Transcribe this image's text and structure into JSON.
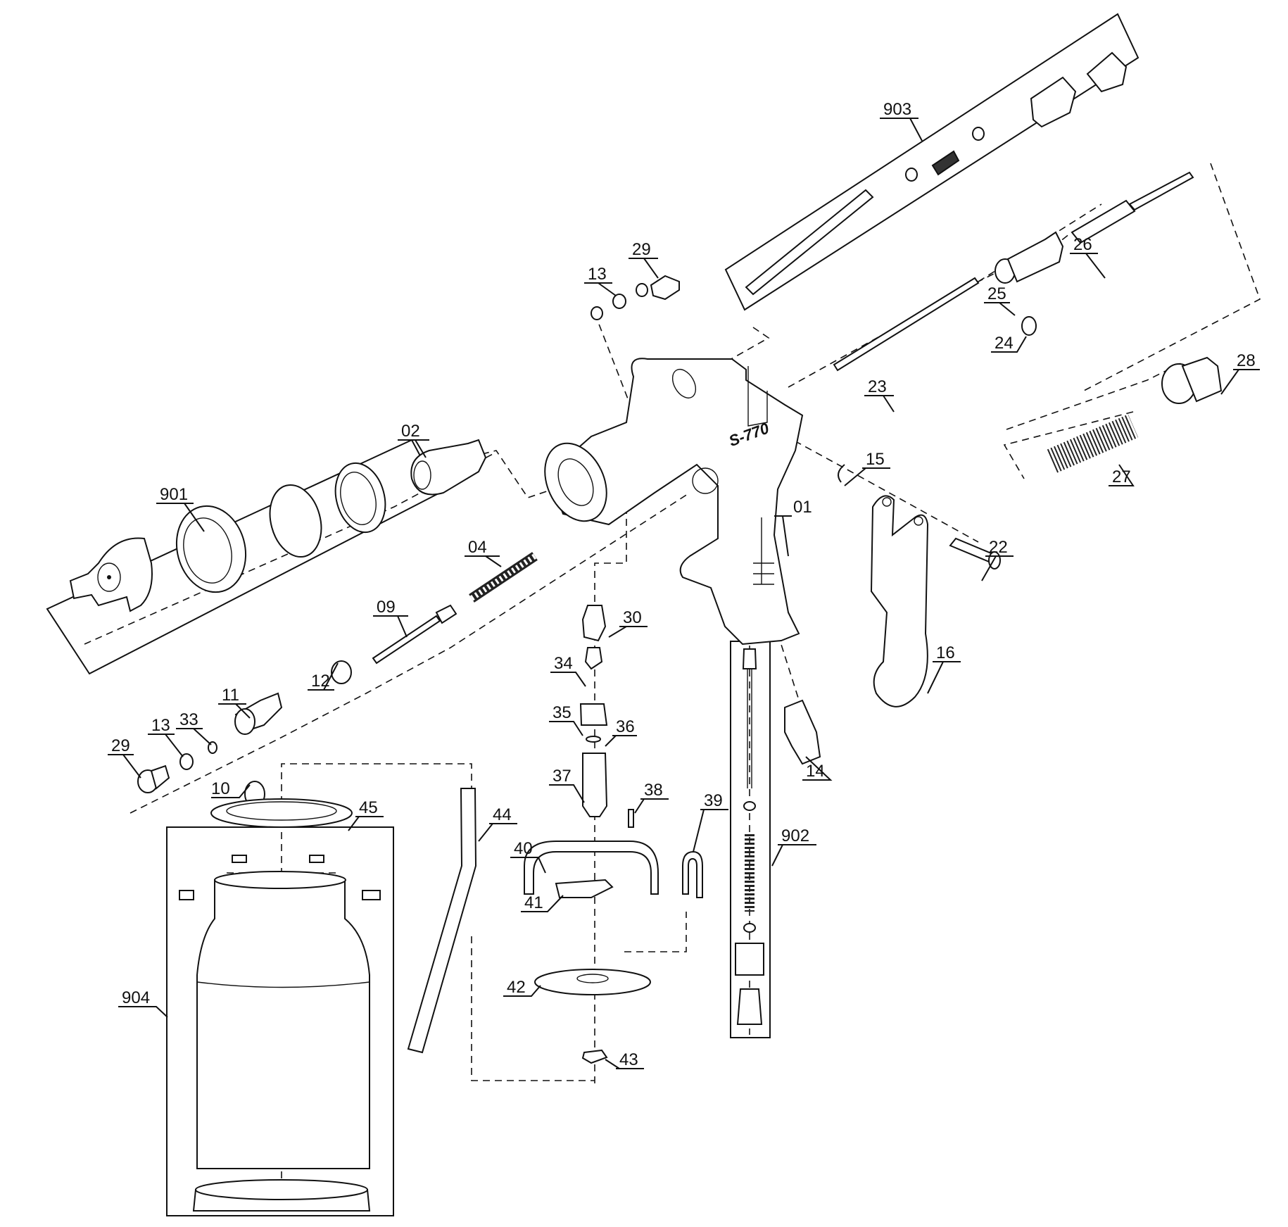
{
  "diagram": {
    "title": "Spray gun exploded parts view",
    "model_marking": "S-770",
    "part_labels": [
      {
        "id": "01",
        "part": "gun-body"
      },
      {
        "id": "02",
        "part": "fluid-nozzle"
      },
      {
        "id": "04",
        "part": "needle-spring"
      },
      {
        "id": "09",
        "part": "needle"
      },
      {
        "id": "10",
        "part": "o-ring"
      },
      {
        "id": "11",
        "part": "packing-nut"
      },
      {
        "id": "12",
        "part": "washer"
      },
      {
        "id": "13",
        "part": "washer"
      },
      {
        "id": "13",
        "part": "washer-lower"
      },
      {
        "id": "14",
        "part": "air-inlet-fitting"
      },
      {
        "id": "15",
        "part": "e-clip"
      },
      {
        "id": "16",
        "part": "trigger"
      },
      {
        "id": "22",
        "part": "trigger-pin"
      },
      {
        "id": "23",
        "part": "air-valve-stem"
      },
      {
        "id": "24",
        "part": "o-ring"
      },
      {
        "id": "25",
        "part": "air-valve-housing"
      },
      {
        "id": "26",
        "part": "adjuster-rod"
      },
      {
        "id": "27",
        "part": "spring"
      },
      {
        "id": "28",
        "part": "fluid-adjusting-knob"
      },
      {
        "id": "29",
        "part": "plug-screw"
      },
      {
        "id": "29",
        "part": "plug-screw-lower"
      },
      {
        "id": "30",
        "part": "fluid-inlet-fitting"
      },
      {
        "id": "33",
        "part": "washer"
      },
      {
        "id": "34",
        "part": "connector"
      },
      {
        "id": "35",
        "part": "nut"
      },
      {
        "id": "36",
        "part": "seal"
      },
      {
        "id": "37",
        "part": "cup-connector"
      },
      {
        "id": "38",
        "part": "check-valve"
      },
      {
        "id": "39",
        "part": "vent-tube"
      },
      {
        "id": "40",
        "part": "cup-clamp-bracket"
      },
      {
        "id": "41",
        "part": "clamp-lever"
      },
      {
        "id": "42",
        "part": "cup-lid"
      },
      {
        "id": "43",
        "part": "lock-nut"
      },
      {
        "id": "44",
        "part": "siphon-tube"
      },
      {
        "id": "45",
        "part": "cup-gasket"
      },
      {
        "id": "901",
        "part": "air-cap-assembly"
      },
      {
        "id": "902",
        "part": "air-valve-assembly"
      },
      {
        "id": "903",
        "part": "pattern-adjuster-assembly"
      },
      {
        "id": "904",
        "part": "cup-assembly"
      }
    ]
  }
}
